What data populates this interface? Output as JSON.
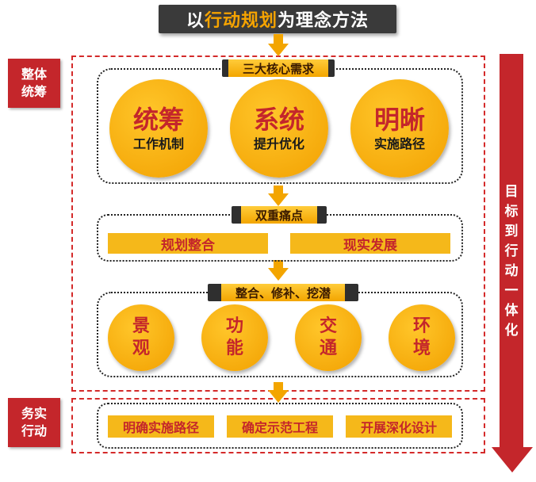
{
  "title": {
    "part1": "以",
    "highlight": "行动规划",
    "part2": "为理念方法"
  },
  "side_labels": {
    "top": "整体\n统筹",
    "bottom": "务实\n行动"
  },
  "right_arrow": {
    "text": "目标到行动一体化"
  },
  "section1": {
    "label": "三大核心需求",
    "circles": [
      {
        "big": "统筹",
        "small": "工作机制"
      },
      {
        "big": "系统",
        "small": "提升优化"
      },
      {
        "big": "明晰",
        "small": "实施路径"
      }
    ]
  },
  "section2": {
    "label": "双重痛点",
    "bars": [
      "规划整合",
      "现实发展"
    ]
  },
  "section3": {
    "label": "整合、修补、挖潜",
    "circles": [
      "景观",
      "功能",
      "交通",
      "环境"
    ]
  },
  "section4": {
    "actions": [
      "明确实施路径",
      "确定示范工程",
      "开展深化设计"
    ]
  },
  "colors": {
    "red": "#c4262b",
    "gold": "#f5b81a",
    "dark": "#2f2f2f"
  }
}
